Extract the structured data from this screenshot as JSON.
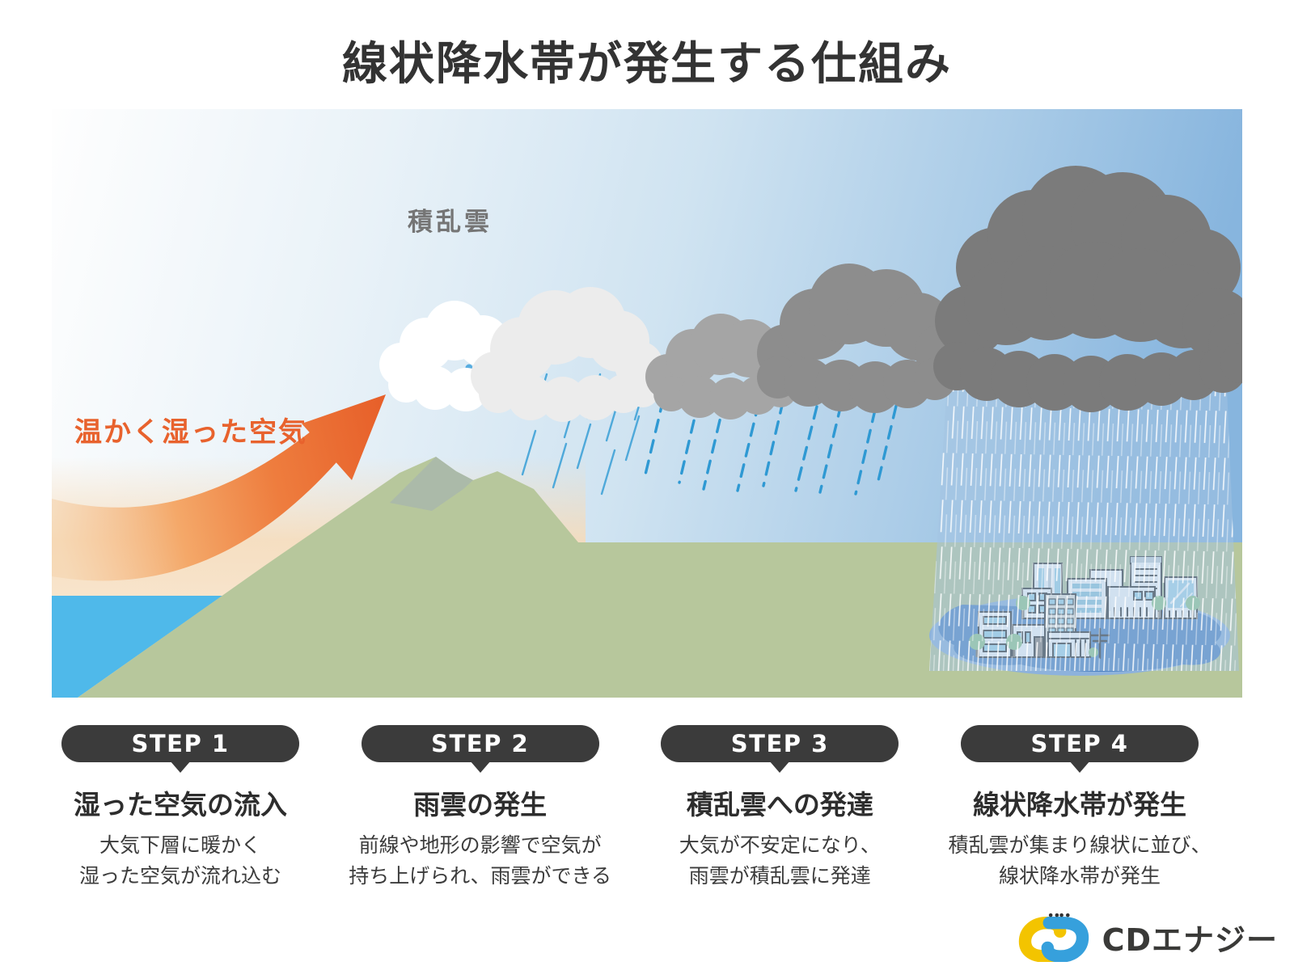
{
  "title": "線状降水帯が発生する仕組み",
  "illustration": {
    "cumulonimbus_label": "積乱雲",
    "warm_air_label": "温かく湿った空気",
    "colors": {
      "sky_left": "#fefefe",
      "sky_right": "#87b5de",
      "ground_green": "#b7c79c",
      "sea_blue": "#4fb9ea",
      "haze_peach": "#f8e3c8",
      "arrow_orange": "#e8622d",
      "cloud_white": "#ffffff",
      "cloud_light_gray": "#ececec",
      "cloud_medium_gray": "#a5a5a5",
      "cloud_dark_gray": "#8d8d8d",
      "cloud_darkest_gray": "#7b7b7b",
      "rain_blue": "#2f99d3",
      "flood_blue": "#4d82c3"
    }
  },
  "steps": [
    {
      "badge": "STEP 1",
      "heading": "湿った空気の流入",
      "line1": "大気下層に暖かく",
      "line2": "湿った空気が流れ込む"
    },
    {
      "badge": "STEP 2",
      "heading": "雨雲の発生",
      "line1": "前線や地形の影響で空気が",
      "line2": "持ち上げられ、雨雲ができる"
    },
    {
      "badge": "STEP 3",
      "heading": "積乱雲への発達",
      "line1": "大気が不安定になり、",
      "line2": "雨雲が積乱雲に発達"
    },
    {
      "badge": "STEP 4",
      "heading": "線状降水帯が発生",
      "line1": "積乱雲が集まり線状に並び、",
      "line2": "線状降水帯が発生"
    }
  ],
  "logo": {
    "text": "CDエナジー",
    "mark_yellow": "#f3c400",
    "mark_blue": "#36a0dc"
  }
}
